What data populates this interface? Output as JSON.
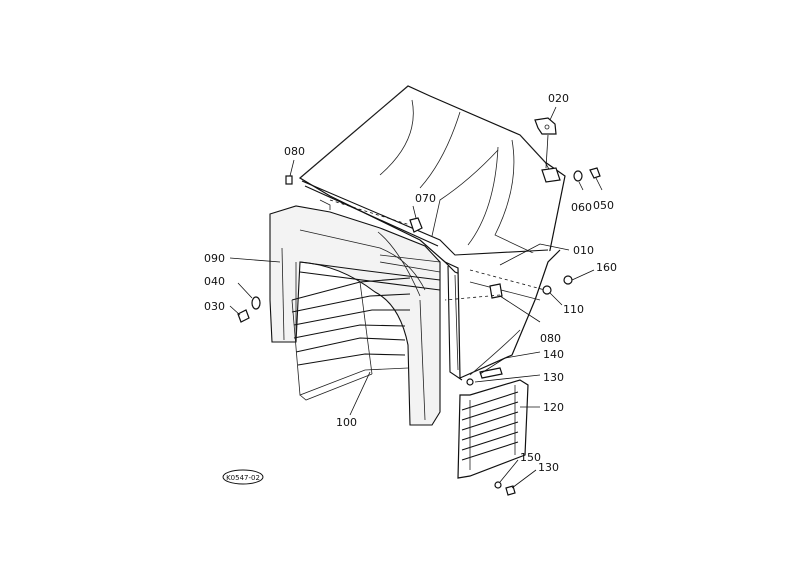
{
  "diagram": {
    "part_labels": [
      "020",
      "080",
      "060",
      "050",
      "070",
      "010",
      "090",
      "160",
      "040",
      "110",
      "030",
      "080",
      "140",
      "130",
      "120",
      "100",
      "150",
      "130"
    ],
    "figure_code": "K0547-02"
  }
}
